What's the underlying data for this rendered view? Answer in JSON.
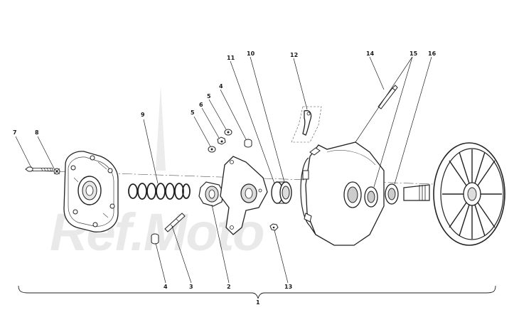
{
  "watermark": "Ref.Moto",
  "callouts": {
    "c1": "1",
    "c2": "2",
    "c3": "3",
    "c4a": "4",
    "c4b": "4",
    "c5a": "5",
    "c5b": "5",
    "c6": "6",
    "c7": "7",
    "c8": "8",
    "c9": "9",
    "c10": "10",
    "c11": "11",
    "c12": "12",
    "c13": "13",
    "c14": "14",
    "c15": "15",
    "c16": "16"
  }
}
